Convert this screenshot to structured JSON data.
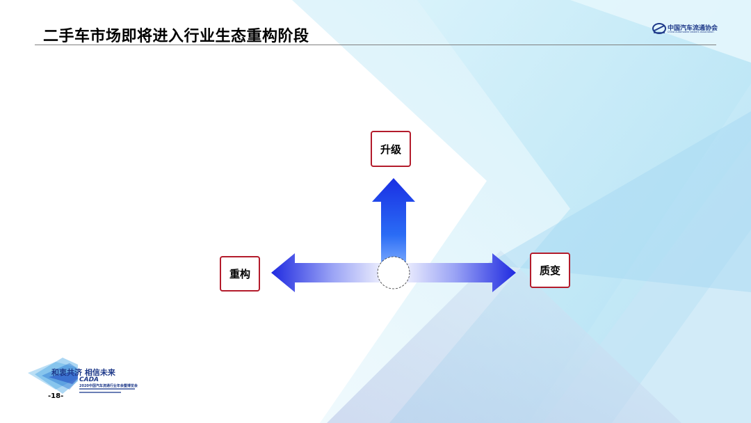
{
  "slide": {
    "title": "二手车市场即将进入行业生态重构阶段",
    "page_number": "-18-"
  },
  "logo": {
    "name_cn": "中国汽车流通协会",
    "name_en": "China Automobile Dealers Association"
  },
  "diagram": {
    "up_label": "升级",
    "left_label": "重构",
    "right_label": "质变"
  },
  "event": {
    "slogan": "和衷共济 相信未来",
    "brand": "CADA",
    "name": "2020中国汽车流通行业年会暨博览会"
  },
  "colors": {
    "accent": "#b31b2b",
    "arrow_blue": "#1a33e6",
    "bg_light_blue": "#bde6f7"
  }
}
